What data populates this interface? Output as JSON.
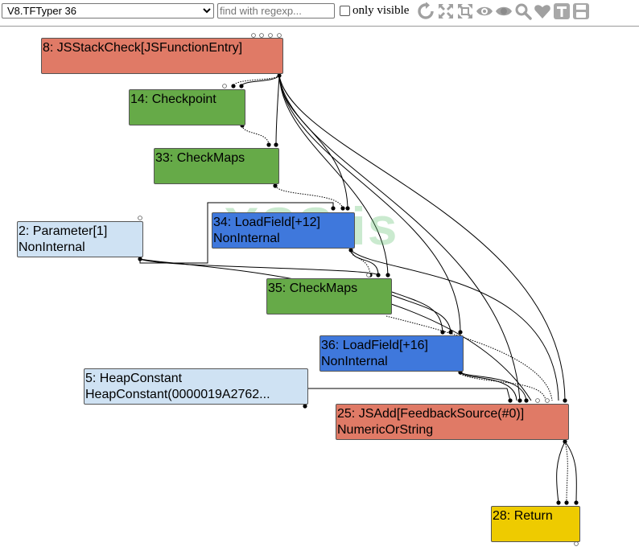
{
  "toolbar": {
    "phase_selected": "V8.TFTyper 36",
    "search_placeholder": "find with regexp...",
    "only_visible_label": "only visible",
    "icons": [
      "relayout-icon",
      "show-all-icon",
      "toggle-hide-dead-icon",
      "show-selected-icon",
      "hide-selected-icon",
      "zoom-selection-icon",
      "toggle-types-icon",
      "toggle-trace-icon",
      "save-icon"
    ]
  },
  "graph": {
    "watermark": "XSS.is",
    "colors": {
      "js": "#e07a66",
      "control": "#66aa48",
      "load": "#3f78dc",
      "input": "#cfe2f3",
      "return": "#eecb00"
    },
    "nodes": [
      {
        "id": "n8",
        "lines": [
          "8: JSStackCheck[JSFunctionEntry]"
        ],
        "kind": "js"
      },
      {
        "id": "n14",
        "lines": [
          "14: Checkpoint"
        ],
        "kind": "control"
      },
      {
        "id": "n33",
        "lines": [
          "33: CheckMaps"
        ],
        "kind": "control"
      },
      {
        "id": "n2",
        "lines": [
          "2: Parameter[1]",
          "NonInternal"
        ],
        "kind": "input"
      },
      {
        "id": "n34",
        "lines": [
          "34: LoadField[+12]",
          "NonInternal"
        ],
        "kind": "load"
      },
      {
        "id": "n35",
        "lines": [
          "35: CheckMaps"
        ],
        "kind": "control"
      },
      {
        "id": "n36",
        "lines": [
          "36: LoadField[+16]",
          "NonInternal"
        ],
        "kind": "load"
      },
      {
        "id": "n5",
        "lines": [
          "5: HeapConstant",
          "HeapConstant(0000019A2762..."
        ],
        "kind": "input"
      },
      {
        "id": "n25",
        "lines": [
          "25: JSAdd[FeedbackSource(#0)]",
          "NumericOrString"
        ],
        "kind": "js"
      },
      {
        "id": "n28",
        "lines": [
          "28: Return"
        ],
        "kind": "return"
      }
    ]
  }
}
